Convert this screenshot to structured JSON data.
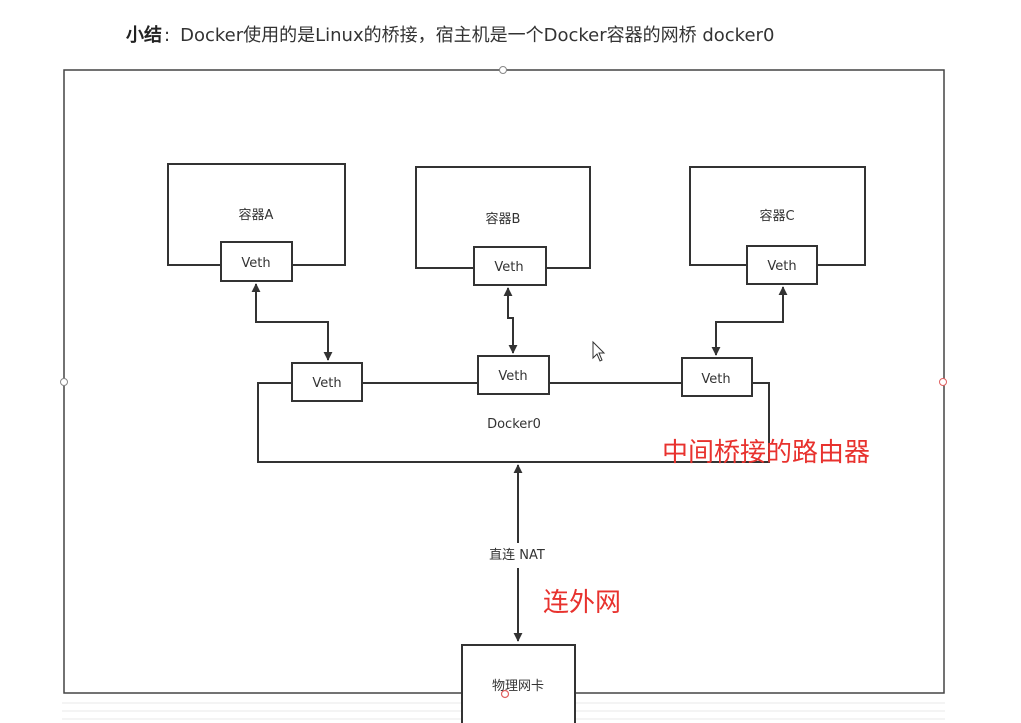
{
  "summary": {
    "label": "小结",
    "separator": ":",
    "text": "Docker使用的是Linux的桥接，宿主机是一个Docker容器的网桥 docker0"
  },
  "diagram": {
    "containers": [
      {
        "name": "容器A",
        "veth": "Veth"
      },
      {
        "name": "容器B",
        "veth": "Veth"
      },
      {
        "name": "容器C",
        "veth": "Veth"
      }
    ],
    "bridge": {
      "name": "Docker0",
      "veths": [
        "Veth",
        "Veth",
        "Veth"
      ]
    },
    "link_label": "直连 NAT",
    "nic_label": "物理网卡",
    "annotations": {
      "router": "中间桥接的路由器",
      "external": "连外网"
    },
    "colors": {
      "annotation": "#e8322e",
      "line": "#333333"
    }
  }
}
